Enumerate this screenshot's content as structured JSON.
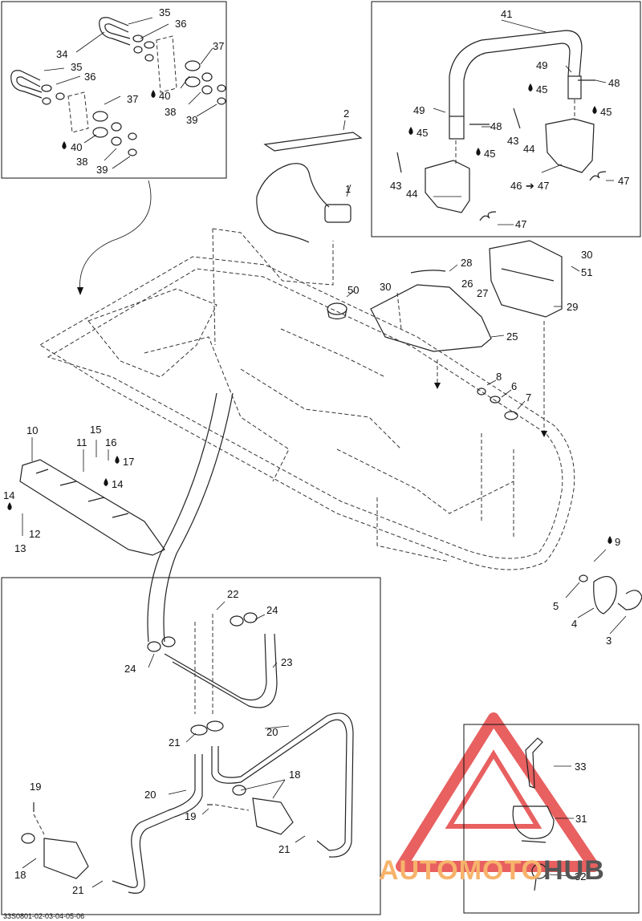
{
  "figure_code": "33S0801-02-03-04-05-06",
  "watermark": {
    "auto": "AUTO",
    "moto": "MOTO",
    "hub": "HUB",
    "auto_color": "#f7b36b",
    "hub_color": "#555555",
    "tri_color": "#e54545"
  },
  "callouts": {
    "c1": "1",
    "c2": "2",
    "c3": "3",
    "c4": "4",
    "c5": "5",
    "c6": "6",
    "c7": "7",
    "c8": "8",
    "c9": "9",
    "c10": "10",
    "c11": "11",
    "c12": "12",
    "c13": "13",
    "c14a": "14",
    "c14b": "14",
    "c15": "15",
    "c16": "16",
    "c17": "17",
    "c18a": "18",
    "c18b": "18",
    "c19a": "19",
    "c19b": "19",
    "c20a": "20",
    "c20b": "20",
    "c21a": "21",
    "c21b": "21",
    "c21c": "21",
    "c22": "22",
    "c23": "23",
    "c24a": "24",
    "c24b": "24",
    "c25": "25",
    "c26": "26",
    "c27": "27",
    "c28": "28",
    "c29": "29",
    "c30a": "30",
    "c30b": "30",
    "c31": "31",
    "c32": "32",
    "c33": "33",
    "c34": "34",
    "c35a": "35",
    "c35b": "35",
    "c36a": "36",
    "c36b": "36",
    "c37a": "37",
    "c37b": "37",
    "c38a": "38",
    "c38b": "38",
    "c39a": "39",
    "c39b": "39",
    "c40a": "40",
    "c40b": "40",
    "c41": "41",
    "c43a": "43",
    "c43b": "43",
    "c44a": "44",
    "c44b": "44",
    "c45a": "45",
    "c45b": "45",
    "c45c": "45",
    "c45d": "45",
    "c46": "46",
    "c47a": "47",
    "c47b": "47",
    "c47c": "47",
    "c48a": "48",
    "c48b": "48",
    "c49a": "49",
    "c49b": "49",
    "c50": "50",
    "c51": "51"
  }
}
